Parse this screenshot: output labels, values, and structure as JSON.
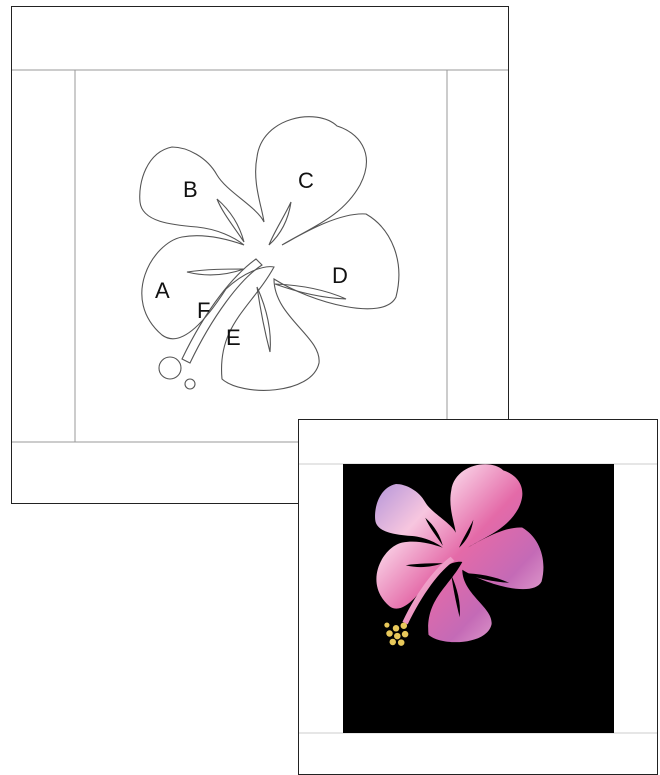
{
  "pattern": {
    "labels": {
      "a": "A",
      "b": "B",
      "c": "C",
      "d": "D",
      "e": "E",
      "f": "F"
    }
  },
  "preview": {
    "background_color": "#000000",
    "petal_colors": [
      "#e46aa8",
      "#f7c6df",
      "#a58ad8",
      "#c46ab6"
    ],
    "stamen_color": "#e8c85a"
  }
}
